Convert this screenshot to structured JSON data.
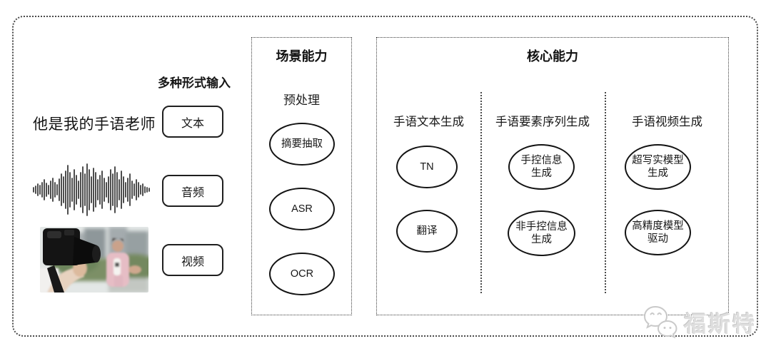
{
  "input_section": {
    "label": "多种形式输入",
    "text_sample": "他是我的手语老师",
    "types": [
      "文本",
      "音频",
      "视频"
    ]
  },
  "scene_panel": {
    "title": "场景能力",
    "subtitle": "预处理",
    "nodes": [
      "摘要抽取",
      "ASR",
      "OCR"
    ]
  },
  "core_panel": {
    "title": "核心能力",
    "columns": [
      {
        "header": "手语文本生成",
        "nodes": [
          {
            "lines": [
              "TN"
            ]
          },
          {
            "lines": [
              "翻译"
            ]
          }
        ]
      },
      {
        "header": "手语要素序列生成",
        "nodes": [
          {
            "lines": [
              "手控信息",
              "生成"
            ]
          },
          {
            "lines": [
              "非手控信息",
              "生成"
            ]
          }
        ]
      },
      {
        "header": "手语视频生成",
        "nodes": [
          {
            "lines": [
              "超写实模型",
              "生成"
            ]
          },
          {
            "lines": [
              "高精度模型",
              "驱动"
            ]
          }
        ]
      }
    ]
  },
  "watermark": {
    "icon": "wechat-icon",
    "text": "福斯特"
  },
  "colors": {
    "background": "#ffffff",
    "line": "#1a1a1a",
    "watermark_gray": "#dedede"
  }
}
